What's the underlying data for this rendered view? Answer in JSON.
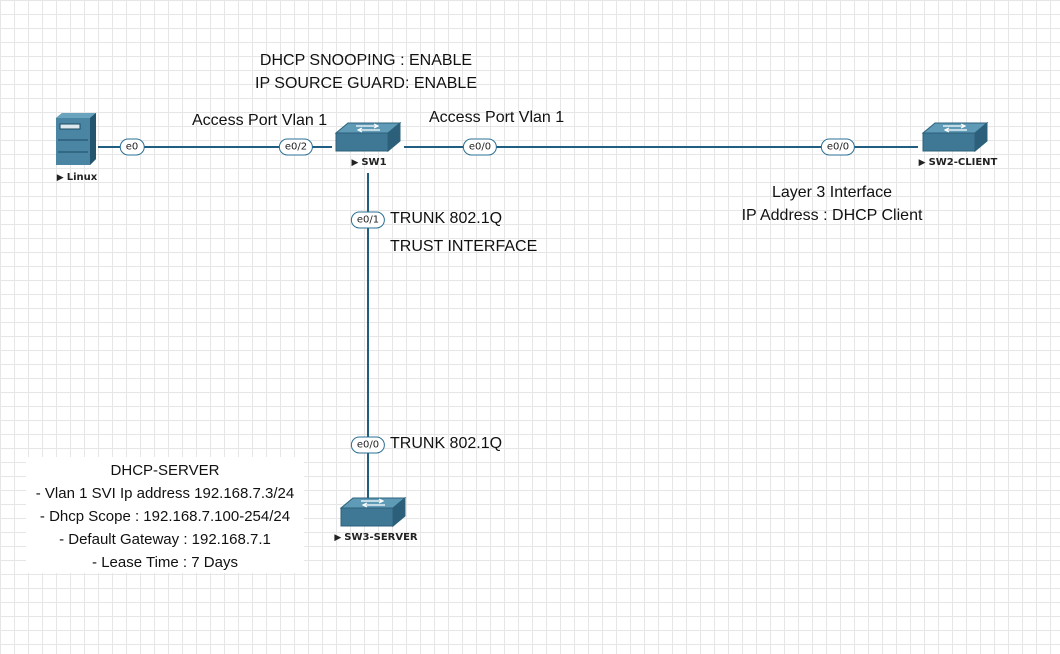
{
  "annotations": {
    "snooping": "DHCP SNOOPING : ENABLE",
    "source_guard": "IP SOURCE GUARD: ENABLE",
    "access_left": "Access Port Vlan 1",
    "access_right": "Access Port Vlan 1",
    "trunk_top": "TRUNK 802.1Q",
    "trust": "TRUST INTERFACE",
    "trunk_bottom": "TRUNK 802.1Q",
    "l3_interface": "Layer 3 Interface",
    "ip_address": "IP Address : DHCP Client"
  },
  "nodes": {
    "linux": "Linux",
    "sw1": "SW1",
    "sw2": "SW2-CLIENT",
    "sw3": "SW3-SERVER"
  },
  "ports": {
    "linux_e0": "e0",
    "sw1_left": "e0/2",
    "sw1_right": "e0/0",
    "sw2_e0": "e0/0",
    "sw1_down": "e0/1",
    "sw3_up": "e0/0"
  },
  "dhcp_server": {
    "title": "DHCP-SERVER",
    "lines": [
      "- Vlan 1 SVI Ip address 192.168.7.3/24",
      "- Dhcp Scope : 192.168.7.100-254/24",
      "- Default Gateway : 192.168.7.1",
      "- Lease Time : 7 Days"
    ]
  },
  "colors": {
    "link": "#1f5e80",
    "device": "#3f7894",
    "grid": "#e6e6e6"
  }
}
